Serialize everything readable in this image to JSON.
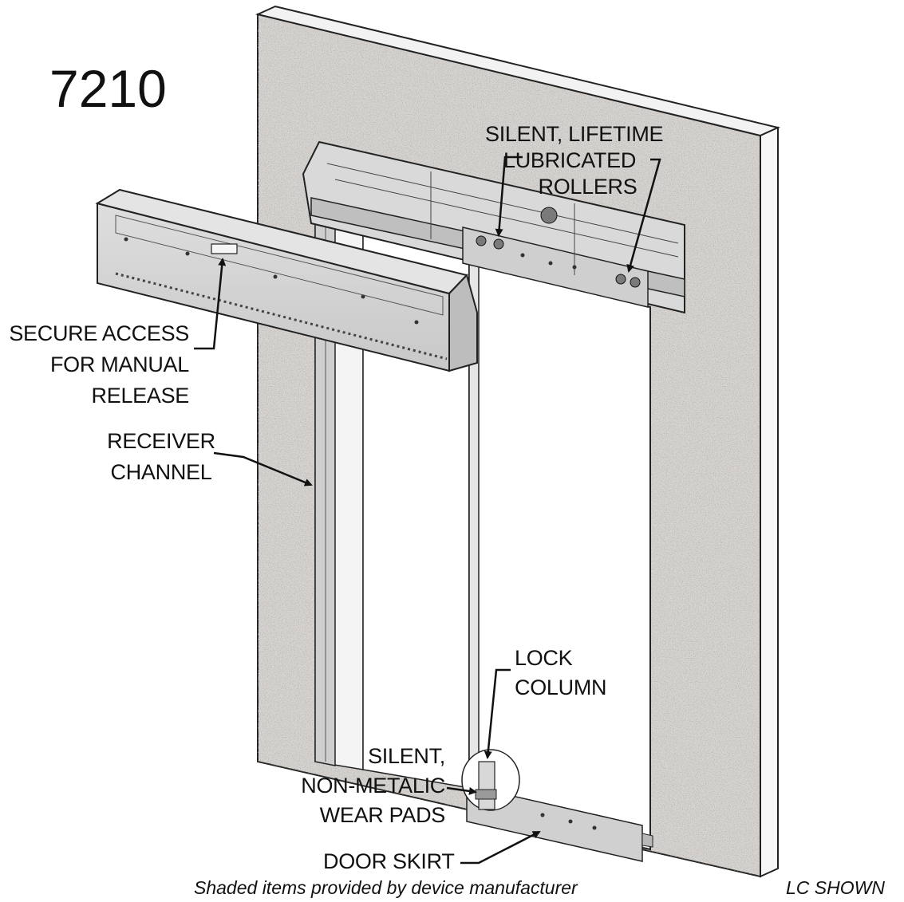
{
  "model_number": "7210",
  "callouts": {
    "rollers": [
      "SILENT, LIFETIME",
      "LUBRICATED",
      "ROLLERS"
    ],
    "secure_access": [
      "SECURE ACCESS",
      "FOR MANUAL",
      "RELEASE"
    ],
    "receiver_channel": [
      "RECEIVER",
      "CHANNEL"
    ],
    "lock_column": [
      "LOCK",
      "COLUMN"
    ],
    "wear_pads": [
      "SILENT,",
      "NON-METALIC",
      "WEAR PADS"
    ],
    "door_skirt": "DOOR SKIRT"
  },
  "footnote": "Shaded items provided by device manufacturer",
  "view_note": "LC SHOWN",
  "colors": {
    "wall": "#d6d3d0",
    "wall_edge": "#f4f4f4",
    "panel": "#d2d2d2",
    "ink": "#111111",
    "door": "#ffffff"
  }
}
